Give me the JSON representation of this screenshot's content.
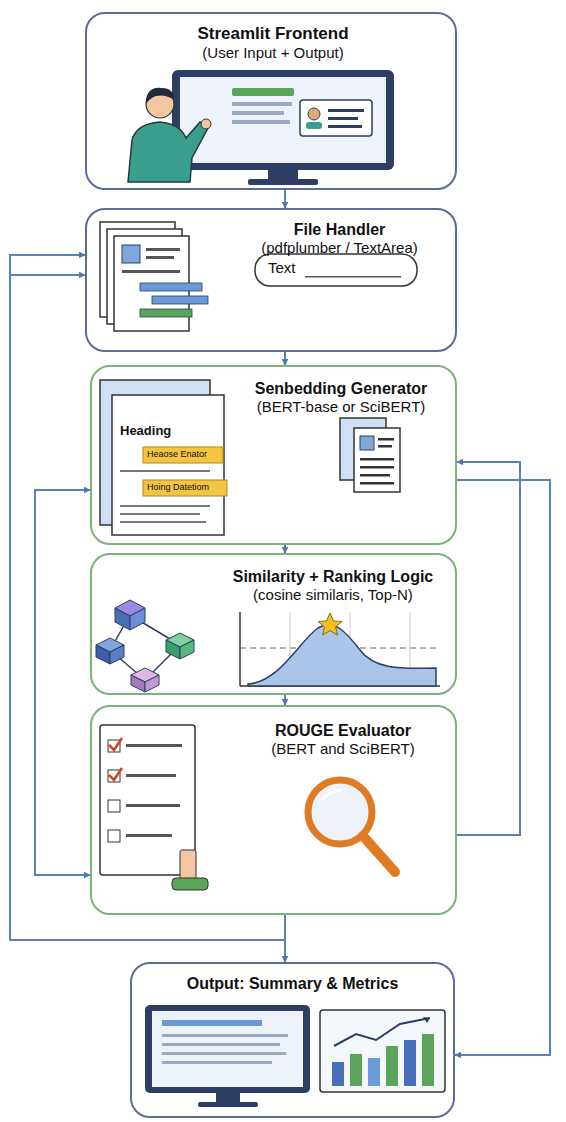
{
  "diagram": {
    "nodes": [
      {
        "text": [
          "Streamlit Frontend",
          "(User Input + Output)"
        ]
      },
      {
        "text": [
          "File Handler",
          "(pdfplumber / TextArea)"
        ]
      },
      {
        "text": [
          "Senbedding Generator",
          "(BERT-base or SciBERT)"
        ]
      },
      {
        "text": [
          "Similarity + Ranking Logic",
          "(cosine similaris, Top-N)"
        ]
      },
      {
        "text": [
          "ROUGE Evaluator",
          "(BERT and SciBERT)"
        ]
      },
      {
        "text": [
          "Output: Summary & Metrics"
        ]
      }
    ],
    "edges": [
      {
        "from": 0,
        "to": 1,
        "arrow": "to"
      },
      {
        "from": 1,
        "to": 2,
        "arrow": "to"
      },
      {
        "from": 2,
        "to": 3,
        "arrow": "to"
      },
      {
        "from": 3,
        "to": 4,
        "arrow": "to"
      },
      {
        "from": 4,
        "to": 5,
        "arrow": "to"
      },
      {
        "from": 4,
        "to": 1,
        "arrow": "to"
      },
      {
        "from": 4,
        "to": 1,
        "arrow": "to"
      },
      {
        "from": 2,
        "to": 4,
        "arrow": "both"
      },
      {
        "from": 4,
        "to": 2,
        "arrow": "to"
      },
      {
        "from": 2,
        "to": 5,
        "arrow": "to"
      }
    ],
    "labels": [
      "Text",
      "Heading",
      "Heaose Enator",
      "Hoing Datetiom"
    ]
  }
}
